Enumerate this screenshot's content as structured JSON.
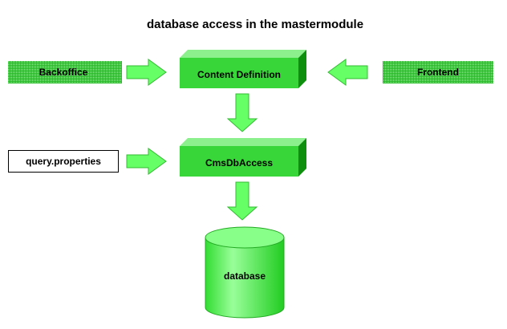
{
  "title": "database access in the mastermodule",
  "nodes": {
    "backoffice": "Backoffice",
    "frontend": "Frontend",
    "content_definition": "Content Definition",
    "cmsdbaccess": "CmsDbAccess",
    "query_properties": "query.properties",
    "database": "database"
  },
  "colors": {
    "primary_green": "#39d639",
    "light_green": "#66ff66",
    "dark_green": "#0e8f0e"
  }
}
